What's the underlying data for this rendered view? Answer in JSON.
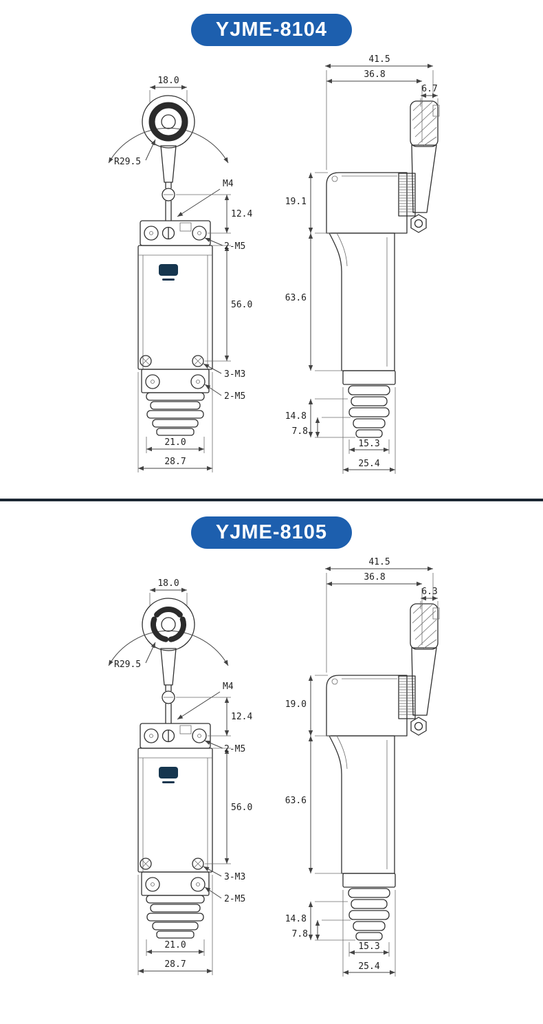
{
  "page": {
    "accent_color": "#1d5fae",
    "divider_color": "#1c2733",
    "line_color": "#2e2e2e"
  },
  "sections": [
    {
      "id": "yjme-8104",
      "title": "YJME-8104",
      "front": {
        "roller_width": "18.0",
        "radius": "R29.5",
        "thread_top": "M4",
        "head_height": "12.4",
        "head_holes": "2-M5",
        "body_height": "56.0",
        "cover_screws": "3-M3",
        "bottom_holes": "2-M5",
        "conduit_width": "21.0",
        "body_width": "28.7"
      },
      "side": {
        "total_width": "41.5",
        "head_width": "36.8",
        "roller_thickness": "6.7",
        "head_height": "19.1",
        "body_height": "63.6",
        "lower_height": "14.8",
        "conduit_height": "7.8",
        "conduit_width": "15.3",
        "base_width": "25.4"
      }
    },
    {
      "id": "yjme-8105",
      "title": "YJME-8105",
      "front": {
        "roller_width": "18.0",
        "radius": "R29.5",
        "thread_top": "M4",
        "head_height": "12.4",
        "head_holes": "2-M5",
        "body_height": "56.0",
        "cover_screws": "3-M3",
        "bottom_holes": "2-M5",
        "conduit_width": "21.0",
        "body_width": "28.7"
      },
      "side": {
        "total_width": "41.5",
        "head_width": "36.8",
        "roller_thickness": "6.3",
        "head_height": "19.0",
        "body_height": "63.6",
        "lower_height": "14.8",
        "conduit_height": "7.8",
        "conduit_width": "15.3",
        "base_width": "25.4"
      }
    }
  ]
}
